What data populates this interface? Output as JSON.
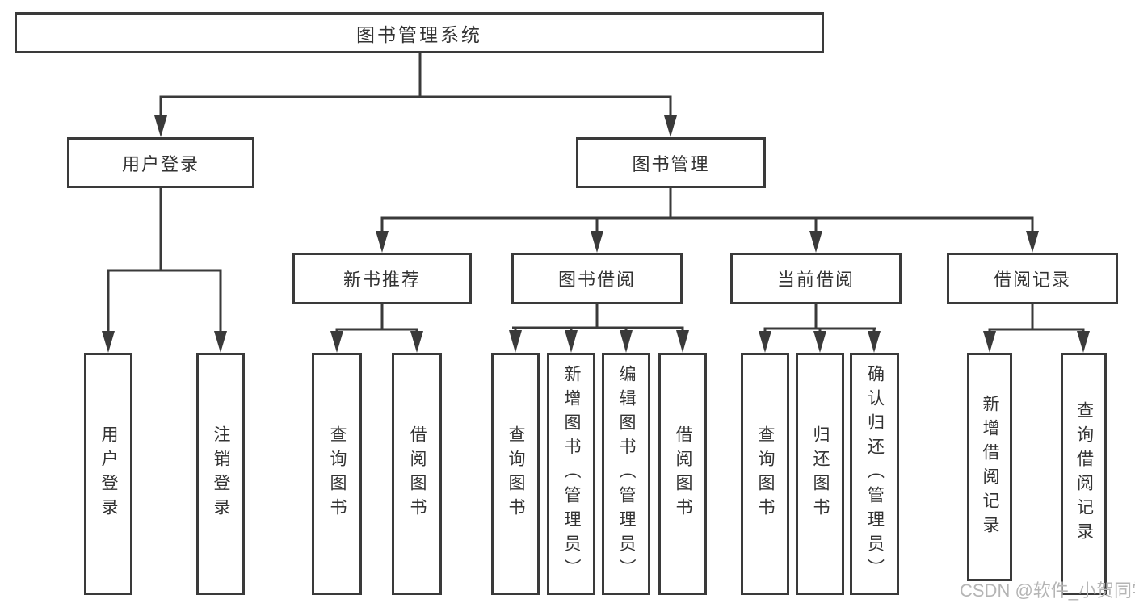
{
  "colors": {
    "line": "#3a3a3a",
    "box_border": "#3a3a3a",
    "box_fill": "#ffffff",
    "text": "#333333",
    "watermark_text": "#b5b5b5",
    "background": "#ffffff"
  },
  "watermark": "CSDN @软件_小贺同学",
  "tree": {
    "label": "图书管理系统",
    "children": [
      {
        "label": "用户登录",
        "children": [
          {
            "label": "用户登录"
          },
          {
            "label": "注销登录"
          }
        ]
      },
      {
        "label": "图书管理",
        "children": [
          {
            "label": "新书推荐",
            "children": [
              {
                "label": "查询图书"
              },
              {
                "label": "借阅图书"
              }
            ]
          },
          {
            "label": "图书借阅",
            "children": [
              {
                "label": "查询图书"
              },
              {
                "label": "新增图书（管理员）"
              },
              {
                "label": "编辑图书（管理员）"
              },
              {
                "label": "借阅图书"
              }
            ]
          },
          {
            "label": "当前借阅",
            "children": [
              {
                "label": "查询图书"
              },
              {
                "label": "归还图书"
              },
              {
                "label": "确认归还（管理员）"
              }
            ]
          },
          {
            "label": "借阅记录",
            "children": [
              {
                "label": "新增借阅记录"
              },
              {
                "label": "查询借阅记录"
              }
            ]
          }
        ]
      }
    ]
  }
}
